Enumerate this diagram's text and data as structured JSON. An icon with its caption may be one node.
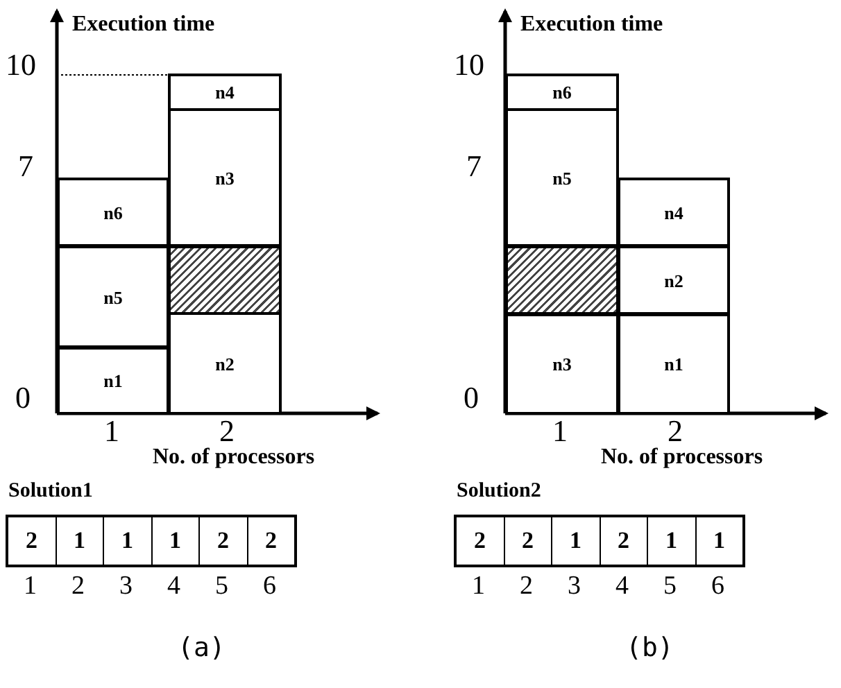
{
  "diagram": {
    "nodes": [
      {
        "text": [
          "n1"
        ]
      },
      {
        "text": [
          "n5"
        ]
      },
      {
        "text": [
          "n6"
        ]
      },
      {
        "text": [
          "n2"
        ]
      },
      {
        "text": [],
        "shape": "box"
      },
      {
        "text": [
          "n3"
        ]
      },
      {
        "text": [
          "n4"
        ]
      },
      {
        "text": [
          "n3"
        ]
      },
      {
        "text": [],
        "shape": "box"
      },
      {
        "text": [
          "n5"
        ]
      },
      {
        "text": [
          "n6"
        ]
      },
      {
        "text": [
          "n1"
        ]
      },
      {
        "text": [
          "n2"
        ]
      },
      {
        "text": [
          "n4"
        ]
      }
    ],
    "labels": [
      "Execution time",
      "10",
      "7",
      "0",
      "1",
      "2",
      "No. of processors",
      "Solution1",
      "2",
      "1",
      "1",
      "1",
      "2",
      "2",
      "1",
      "2",
      "3",
      "4",
      "5",
      "6",
      "(a)",
      "Execution time",
      "10",
      "7",
      "0",
      "1",
      "2",
      "No. of processors",
      "Solution2",
      "2",
      "2",
      "1",
      "2",
      "1",
      "1",
      "1",
      "2",
      "3",
      "4",
      "5",
      "6",
      "(b)"
    ]
  }
}
